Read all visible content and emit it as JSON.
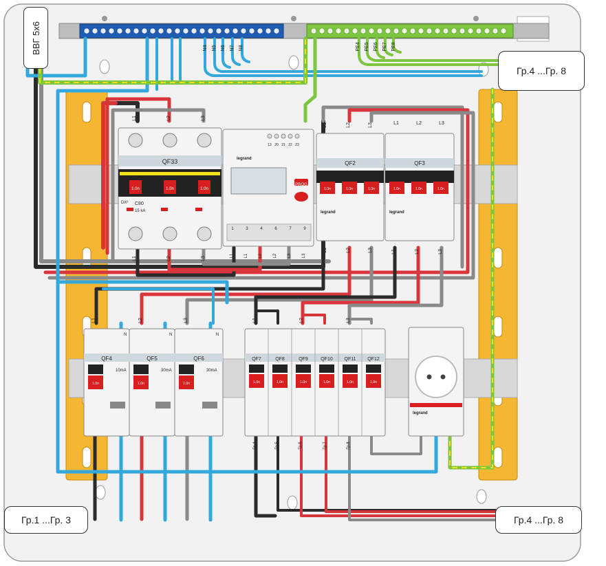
{
  "cable_label": "ВВГ 5х6",
  "callouts": {
    "top_right": "Гр.4 ...Гр. 8",
    "bottom_left": "Гр.1 ...Гр. 3",
    "bottom_right": "Гр.4 ...Гр. 8"
  },
  "neutral_bus_tags": [
    "N4",
    "N5",
    "N6",
    "N7",
    "N8"
  ],
  "pe_bus_tags": [
    "PE4",
    "PE5",
    "PE6",
    "PE7",
    "PE8"
  ],
  "main_breaker": {
    "label": "QF33",
    "brand": "DX³",
    "rating": "C80",
    "breaking": "15 kA",
    "input_tags": [
      "L1",
      "L2",
      "L3"
    ],
    "output_tags": [
      "L1",
      "L2",
      "L3"
    ]
  },
  "meter": {
    "brand": "legrand",
    "prog_label": "PROG",
    "top_terminals": [
      "13",
      "20",
      "21",
      "22",
      "23"
    ],
    "bottom_terminals": [
      "1",
      "3",
      "4",
      "6",
      "7",
      "9"
    ],
    "output_tags": [
      "L1",
      "L1",
      "L2",
      "L2",
      "L3",
      "L3"
    ]
  },
  "qf2": {
    "label": "QF2",
    "brand": "legrand",
    "input_tags": [
      "L1",
      "L2",
      "L3"
    ],
    "output_tags": [
      "L1",
      "L2",
      "L3"
    ]
  },
  "qf3": {
    "label": "QF3",
    "brand": "legrand",
    "phases": [
      "L1",
      "L2",
      "L3"
    ],
    "output_tags": [
      "L1",
      "L2",
      "L3"
    ]
  },
  "on_label": "1.0n",
  "rcbos": [
    {
      "label": "QF4",
      "rating": "10mA",
      "input_tag": "L1",
      "n_label": "N"
    },
    {
      "label": "QF5",
      "rating": "30mA",
      "input_tag": "L2",
      "n_label": "N"
    },
    {
      "label": "QF6",
      "rating": "30mA",
      "input_tag": "L3",
      "n_label": "N"
    }
  ],
  "small_breakers": {
    "labels": [
      "QF7",
      "QF8",
      "QF9",
      "QF10",
      "QF11",
      "QF12"
    ],
    "input_tags": [
      "L1",
      "L2",
      "L3"
    ],
    "output_tags": [
      "Гр.4",
      "Гр.5",
      "Гр.6",
      "Гр.7",
      "Гр.8"
    ]
  },
  "socket": {
    "brand": "legrand"
  },
  "colors": {
    "blue": "#33a8dd",
    "green": "#7ec63f",
    "yellow_stripe": "#f2e21b",
    "red": "#d8363a",
    "black": "#2b2b2b",
    "grey": "#8a8a8a",
    "rail_orange": "#f5b731",
    "device_red": "#d81e1e"
  }
}
